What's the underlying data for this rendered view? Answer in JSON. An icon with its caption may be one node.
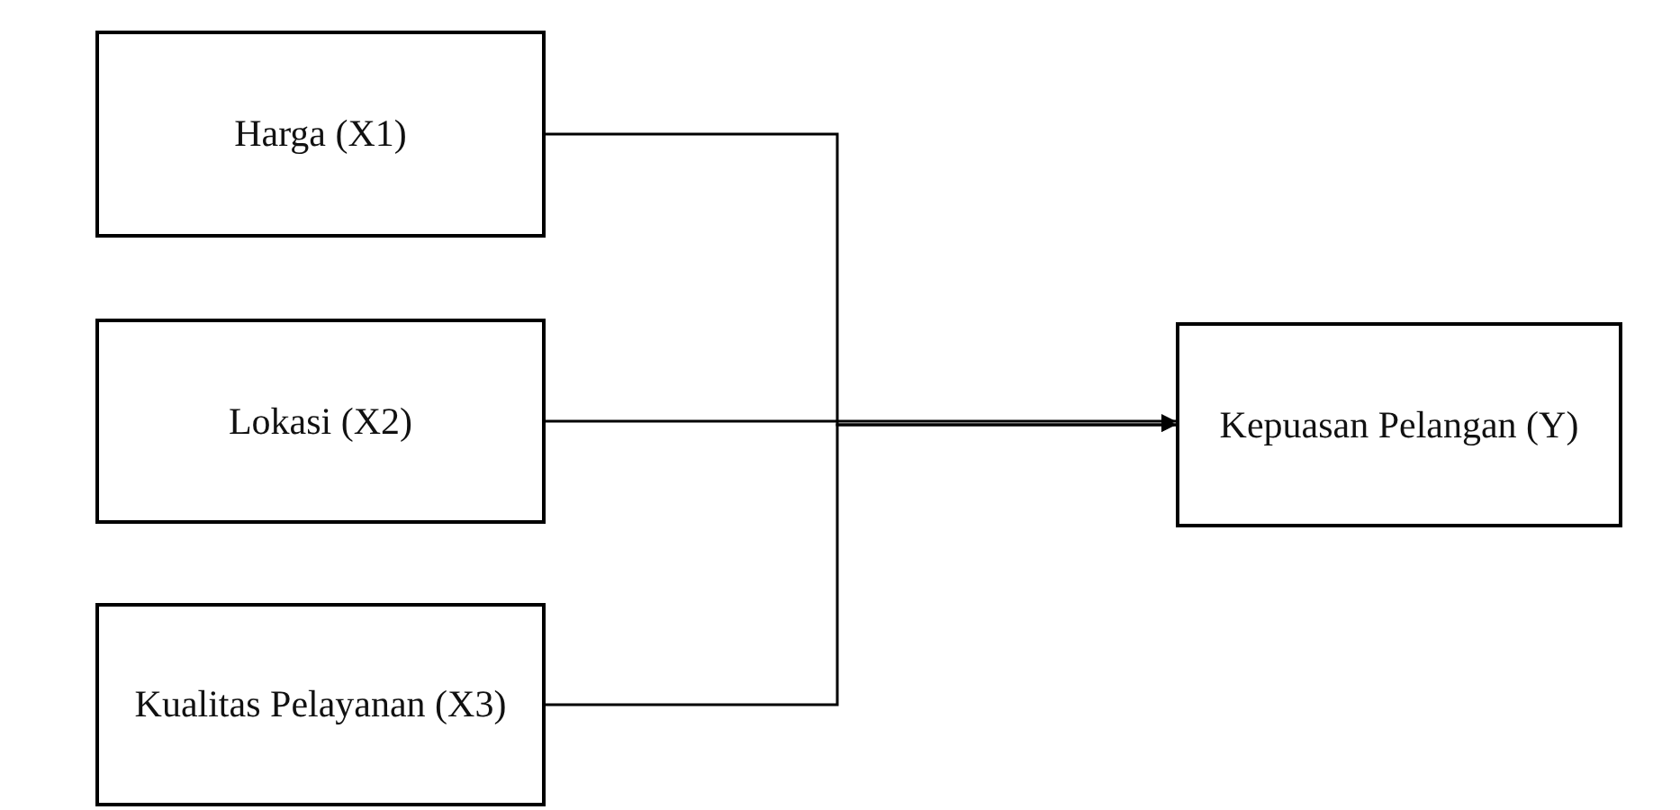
{
  "diagram": {
    "nodes": [
      {
        "text": [
          "Harga (X1)"
        ]
      },
      {
        "text": [
          "Lokasi (X2)"
        ]
      },
      {
        "text": [
          "Kualitas Pelayanan (X3)"
        ]
      },
      {
        "text": [
          "Kepuasan Pelangan (Y)"
        ]
      }
    ],
    "edges": [
      {
        "from": 0,
        "to": 3,
        "arrow": "to"
      },
      {
        "from": 1,
        "to": 3,
        "arrow": "to"
      },
      {
        "from": 2,
        "to": 3,
        "arrow": "to"
      }
    ]
  }
}
